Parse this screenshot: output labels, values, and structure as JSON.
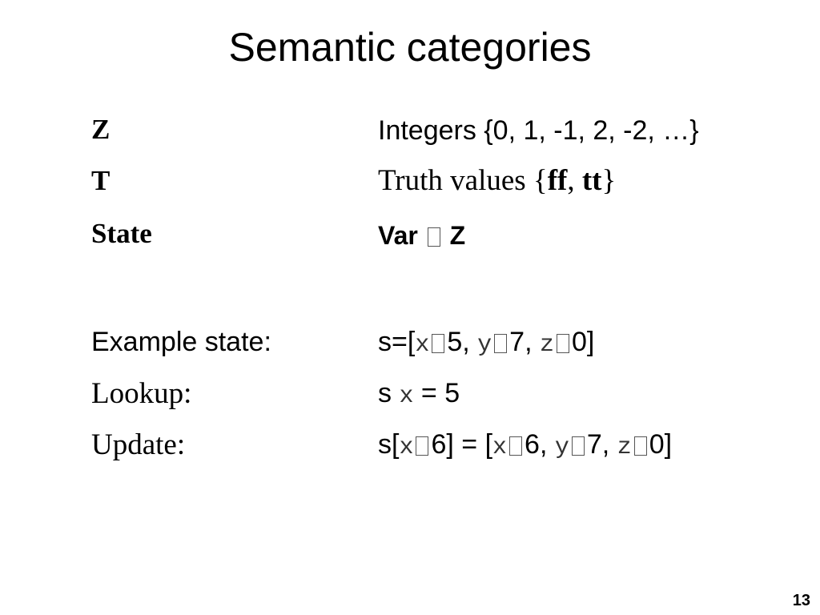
{
  "title": "Semantic categories",
  "definitions": {
    "z": {
      "term": "Z",
      "def": "Integers {0, 1, -1, 2, -2, …}"
    },
    "t": {
      "term": "T",
      "def_prefix": "Truth values {",
      "ff": "ff",
      "comma": ", ",
      "tt": "tt",
      "def_suffix": "}"
    },
    "state": {
      "term": "State",
      "var": "Var",
      "z": "Z"
    }
  },
  "example_state": {
    "label": "Example state:",
    "prefix": "s=[",
    "x": "x",
    "v5": "5, ",
    "y": "y",
    "v7": "7, ",
    "z": "z",
    "v0": "0]"
  },
  "lookup": {
    "label": "Lookup:",
    "s": "s ",
    "x": "x",
    "eq": " = 5"
  },
  "update": {
    "label": "Update:",
    "prefix": "s[",
    "x1": "x",
    "mid": "6] = [",
    "x2": "x",
    "v6": "6, ",
    "y": "y",
    "v7": "7, ",
    "z": "z",
    "end": "0]"
  },
  "page_number": "13"
}
